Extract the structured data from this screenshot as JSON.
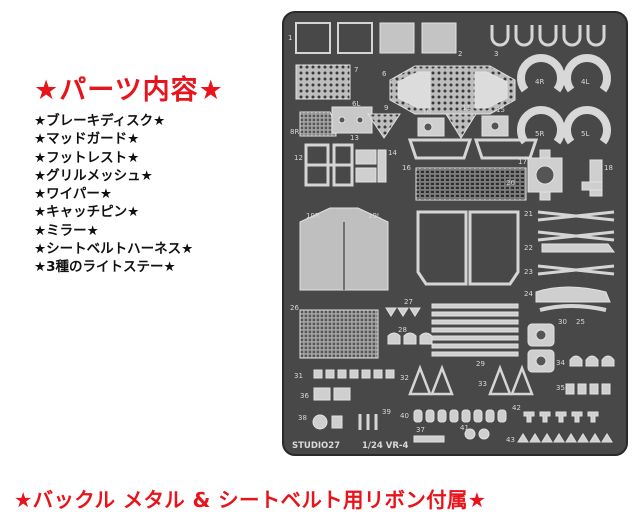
{
  "title": "★パーツ内容★",
  "contents": [
    "★ブレーキディスク★",
    "★マッドガード★",
    "★フットレスト★",
    "★グリルメッシュ★",
    "★ワイパー★",
    "★キャッチピン★",
    "★ミラー★",
    "★シートベルトハーネス★",
    "★3種のライトステー★"
  ],
  "footer": "★バックル メタル & シートベルト用リボン付属★",
  "sheet": {
    "brand": "STUDIO27",
    "model": "1/24 VR-4",
    "parts": {
      "p1": "1",
      "p2": "2",
      "p3": "3",
      "p4R": "4R",
      "p4L": "4L",
      "p5R": "5R",
      "p5L": "5L",
      "p6": "6",
      "p6L": "6L",
      "p7": "7",
      "p8R": "8R",
      "p9": "9",
      "p10": "10",
      "p11": "11",
      "p12": "12",
      "p13": "13",
      "p14": "14",
      "p15": "15",
      "p16": "16",
      "p17": "17",
      "p18": "18",
      "p19R": "19R",
      "p19L": "19L",
      "p20": "20",
      "p21": "21",
      "p22": "22",
      "p23": "23",
      "p24": "24",
      "p25": "25",
      "p26": "26",
      "p27": "27",
      "p28": "28",
      "p29": "29",
      "p30": "30",
      "p31": "31",
      "p32": "32",
      "p33": "33",
      "p34": "34",
      "p35": "35",
      "p36": "36",
      "p37": "37",
      "p38": "38",
      "p39": "39",
      "p40": "40",
      "p41": "41",
      "p42": "42",
      "p43": "43"
    }
  },
  "colors": {
    "accent": "#e8141b",
    "sheet": "#4a4a4a",
    "etch": "#c9c9c9"
  }
}
